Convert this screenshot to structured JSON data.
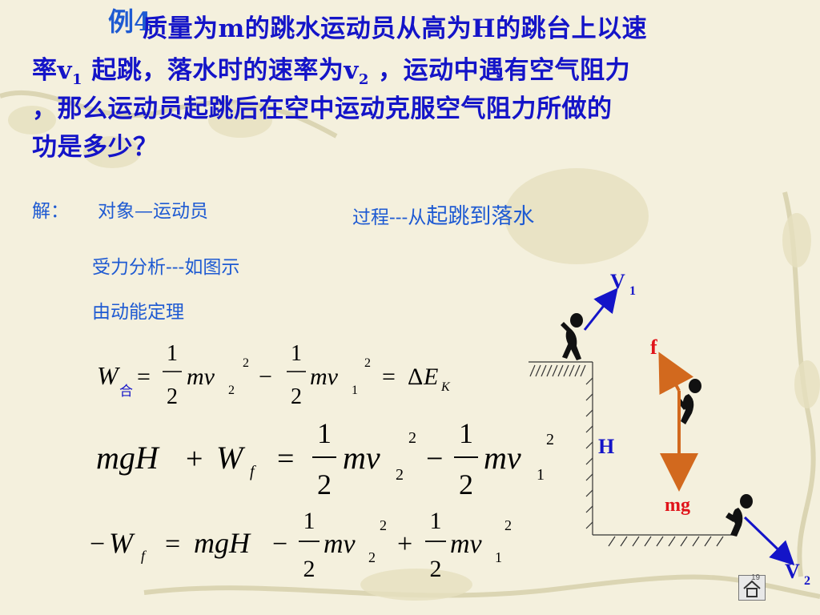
{
  "example_label": "例4",
  "question": {
    "line1": "质量为m的跳水运动员从高为H的跳台上以速",
    "line2_a": "率v",
    "line2_sub1": "1",
    "line2_b": " 起跳，落水时的速率为v",
    "line2_sub2": "2",
    "line2_c": " ，运动中遇有空气阻力",
    "line3": "，那么运动员起跳后在空中运动克服空气阻力所做的",
    "line4": "功是多少？"
  },
  "solution": {
    "jie": "解：",
    "object_prefix": "对象",
    "object_dash": "—",
    "object_value": "运动员",
    "process_prefix": "过程---从",
    "process_value": "起跳到落水",
    "force": "受力分析---如图示",
    "theorem": "由动能定理"
  },
  "equations": {
    "eq1": {
      "W": "W",
      "sub": "合",
      "eq": "=",
      "half_num": "1",
      "half_den": "2",
      "mv": "mv",
      "s2": "2",
      "p2": "2",
      "minus": "−",
      "s1": "1",
      "rhs_eq": "=",
      "delta": "Δ",
      "E": "E",
      "K": "K"
    },
    "eq2": {
      "lhs": "mgH",
      "plus": "+",
      "W": "W",
      "f": "f",
      "eq": "=",
      "half_num": "1",
      "half_den": "2",
      "mv": "mv",
      "s2": "2",
      "p2": "2",
      "minus": "−",
      "s1": "1"
    },
    "eq3": {
      "neg": "−",
      "W": "W",
      "f": "f",
      "eq": "=",
      "mgH": "mgH",
      "minus": "−",
      "half_num": "1",
      "half_den": "2",
      "mv": "mv",
      "s2": "2",
      "p2": "2",
      "plus": "+",
      "s1": "1"
    }
  },
  "diagram": {
    "v1_main": "V",
    "v1_sub": "1",
    "v2_main": "V",
    "v2_sub": "2",
    "f_label": "f",
    "mg_label": "mg",
    "H_label": "H",
    "arrow_color": "#1414c8",
    "force_color": "#d2691e",
    "label_red": "#e0141a"
  },
  "nav": {
    "page_number": "19"
  }
}
